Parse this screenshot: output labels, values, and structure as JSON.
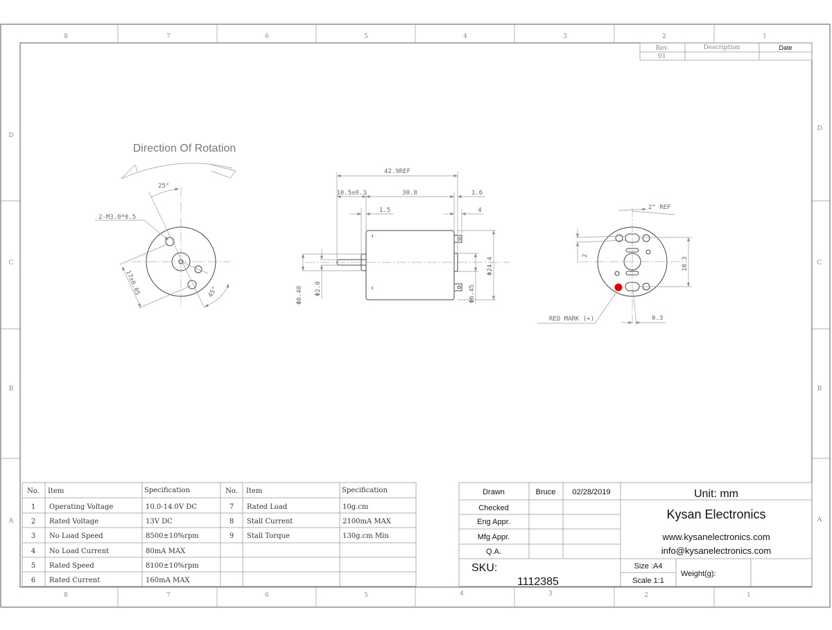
{
  "zones": {
    "columns": [
      "8",
      "7",
      "6",
      "5",
      "4",
      "3",
      "2",
      "1"
    ],
    "rows": [
      "D",
      "C",
      "B",
      "A"
    ]
  },
  "revision_table": {
    "headers": [
      "Rev.",
      "Description",
      "Date"
    ],
    "rows": [
      [
        "01",
        "",
        ""
      ]
    ]
  },
  "drawing": {
    "rotation_title": "Direction Of Rotation",
    "front_view": {
      "angle_top": "25°",
      "angle_bottom": "45°",
      "thread_note": "2-M3.0*0.5",
      "hole_spacing": "17±0.05"
    },
    "side_view": {
      "overall": "42.9REF",
      "shaft_length": "10.5±0.3",
      "body_length": "30.8",
      "rear_boss": "1.6",
      "front_hub": "1.5",
      "terminal": "4",
      "body_dia": "Φ24.4",
      "hub_dia": "Φ6.40",
      "shaft_dia": "Φ2.0",
      "rear_dia": "Φ6.45"
    },
    "rear_view": {
      "angle": "2°  REF",
      "offset": "2",
      "terminal_spacing": "18.3",
      "terminal_width": "0.3",
      "red_mark_label": "RED MARK (+)",
      "red_mark_color": "#e00000"
    }
  },
  "spec_table": {
    "headers": [
      "No.",
      "Item",
      "Specification",
      "No.",
      "Item",
      "Specification"
    ],
    "rows": [
      [
        "1",
        "Operating Voltage",
        "10.0-14.0V DC",
        "7",
        "Rated Load",
        "10g.cm"
      ],
      [
        "2",
        "Rated Voltage",
        "13V DC",
        "8",
        "Stall Current",
        "2100mA MAX"
      ],
      [
        "3",
        "No Load Speed",
        "8500±10%rpm",
        "9",
        "Stall Torque",
        "130g.cm Min"
      ],
      [
        "4",
        "No Load Current",
        "80mA MAX",
        "",
        "",
        ""
      ],
      [
        "5",
        "Rated Speed",
        "8100±10%rpm",
        "",
        "",
        ""
      ],
      [
        "6",
        "Rated Current",
        "160mA MAX",
        "",
        "",
        ""
      ]
    ]
  },
  "title_block": {
    "drawn_label": "Drawn",
    "drawn_by": "Bruce",
    "drawn_date": "02/28/2019",
    "checked_label": "Checked",
    "eng_label": "Eng Appr.",
    "mfg_label": "Mfg Appr.",
    "qa_label": "Q.A.",
    "unit": "Unit: mm",
    "company": "Kysan Electronics",
    "website": "www.kysanelectronics.com",
    "email": "info@kysanelectronics.com",
    "sku_label": "SKU:",
    "sku": "1112385",
    "size": "Size :A4",
    "scale": "Scale 1:1",
    "weight_label": "Weight(g):"
  }
}
